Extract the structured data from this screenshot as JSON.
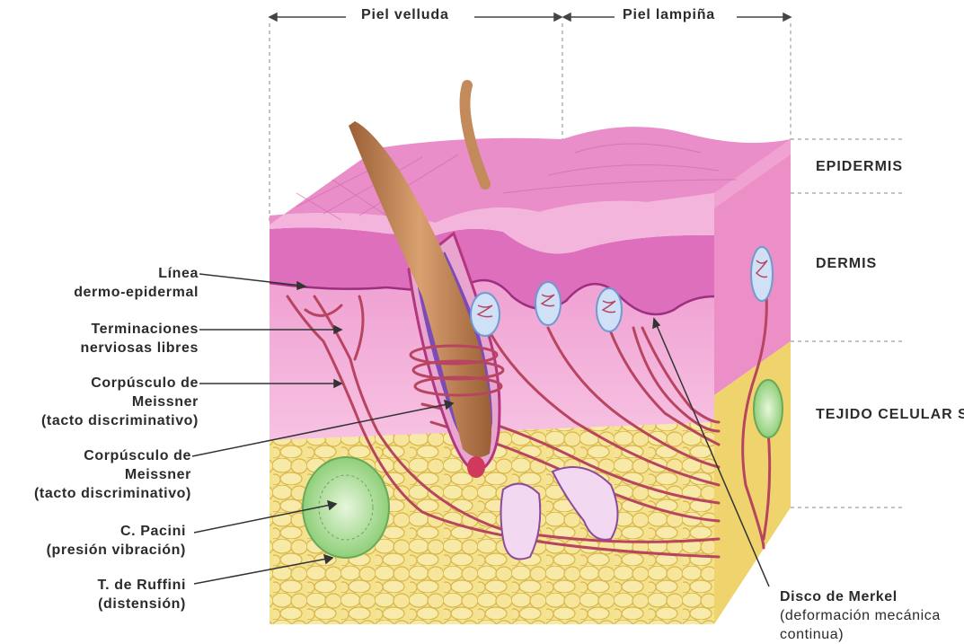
{
  "header": {
    "hairy_skin": "Piel velluda",
    "hairless_skin": "Piel lampiña"
  },
  "layers": {
    "epidermis": "EPIDERMIS",
    "dermis": "DERMIS",
    "subcutaneous_line1": "TEJIDO",
    "subcutaneous_line2": "CELULAR SC"
  },
  "labels": {
    "dermo_line1": "Línea",
    "dermo_line2": "dermo-epidermal",
    "free_nerve_line1": "Terminaciones",
    "free_nerve_line2": "nerviosas libres",
    "meissner1_line1": "Corpúsculo de",
    "meissner1_line2": "Meissner",
    "meissner1_line3": "(tacto discriminativo)",
    "meissner2_line1": "Corpúsculo de",
    "meissner2_line2": "Meissner",
    "meissner2_line3": "(tacto discriminativo)",
    "pacini_line1": "C. Pacini",
    "pacini_line2": "(presión vibración)",
    "ruffini_line1": "T. de Ruffini",
    "ruffini_line2": "(distensión)",
    "merkel_line1": "Disco de Merkel",
    "merkel_line2": "(deformación mecánica",
    "merkel_line3": "continua)"
  },
  "colors": {
    "epidermis_top": "#e58fc8",
    "dermis": "#f1a8d6",
    "dermis_dark": "#d85fb3",
    "fat": "#f3e08a",
    "fat_outline": "#d9b84a",
    "hair": "#c98e5e",
    "nerve": "#b8455f",
    "pacini": "#b9e3a8"
  }
}
